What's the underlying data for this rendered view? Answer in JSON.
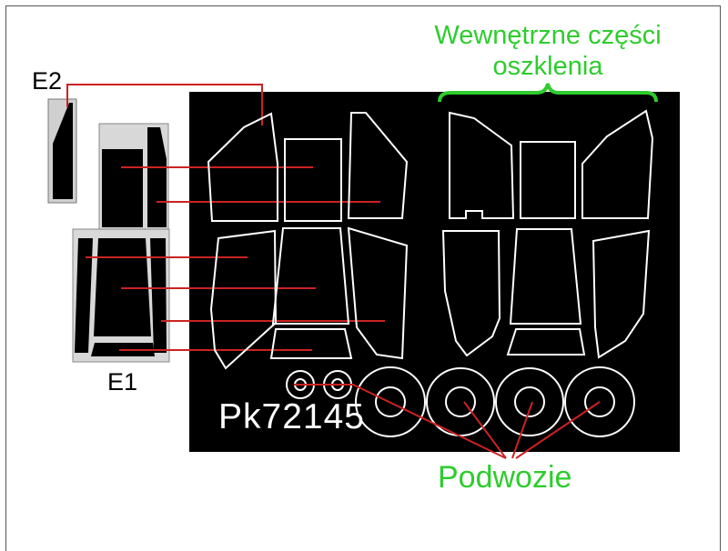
{
  "labels": {
    "e2": "E2",
    "e1": "E1",
    "inner_glazing_line1": "Wewnętrzne części",
    "inner_glazing_line2": "oszklenia",
    "landing_gear": "Podwozie",
    "part_code": "Pk72145"
  },
  "colors": {
    "sheet": "#000000",
    "outline": "#ffffff",
    "leader_red": "#cc2222",
    "annotation_green": "#2ecc2e",
    "frame_grey": "#d0d0d0"
  }
}
